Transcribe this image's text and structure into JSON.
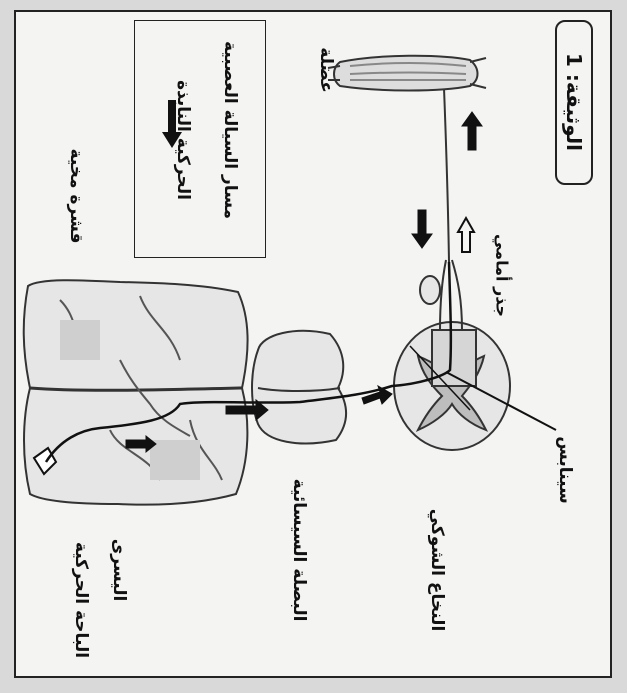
{
  "document_title": "الوثيقة: 1",
  "legend": {
    "line1": "مسار السيالة العصبية",
    "line2": "الحركية النابذة"
  },
  "labels": {
    "muscle": "عضلة",
    "cortex_slice": "قشرة مخية",
    "anterior_root": "جذر أمامي",
    "motor_area_line1": "الباحة الحركية",
    "motor_area_line2": "اليسرى",
    "medulla": "البصلة السيسائية",
    "spinal_cord": "النخاع الشوكي",
    "synapse": "سينابس"
  }
}
